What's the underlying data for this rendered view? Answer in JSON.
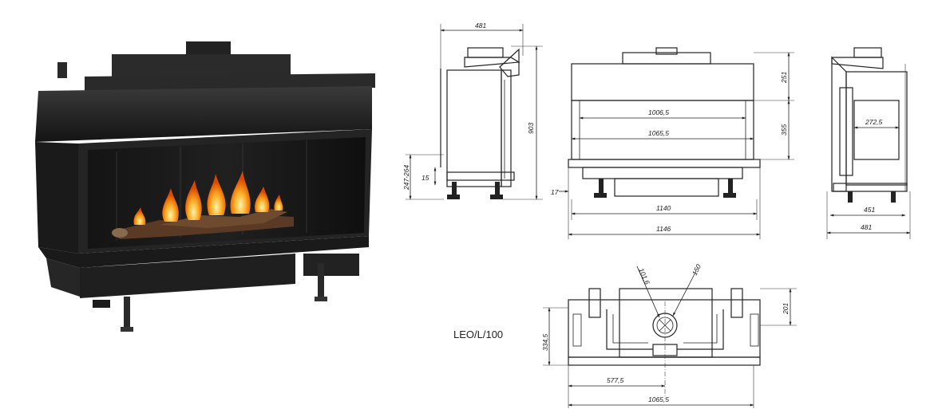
{
  "model": "LEO/L/100",
  "side_view": {
    "top_width": "481",
    "height": "903",
    "foot_range": "247-264",
    "foot_offset": "15"
  },
  "front_view": {
    "height_top": "251",
    "height_glass": "355",
    "inner_1": "1006,5",
    "inner_2": "1065,5",
    "base_1": "1140",
    "base_2": "1146",
    "foot_offset": "17"
  },
  "right_view": {
    "inner": "272,5",
    "width_1": "451",
    "width_2": "481"
  },
  "top_view": {
    "flue_1": "101,6",
    "flue_2": "150",
    "depth": "201",
    "total_depth": "334,5",
    "flue_offset": "577,5",
    "width": "1065,5"
  },
  "colors": {
    "body": "#1e1e1e",
    "flame": "#ff9a1a",
    "line": "#222222"
  }
}
